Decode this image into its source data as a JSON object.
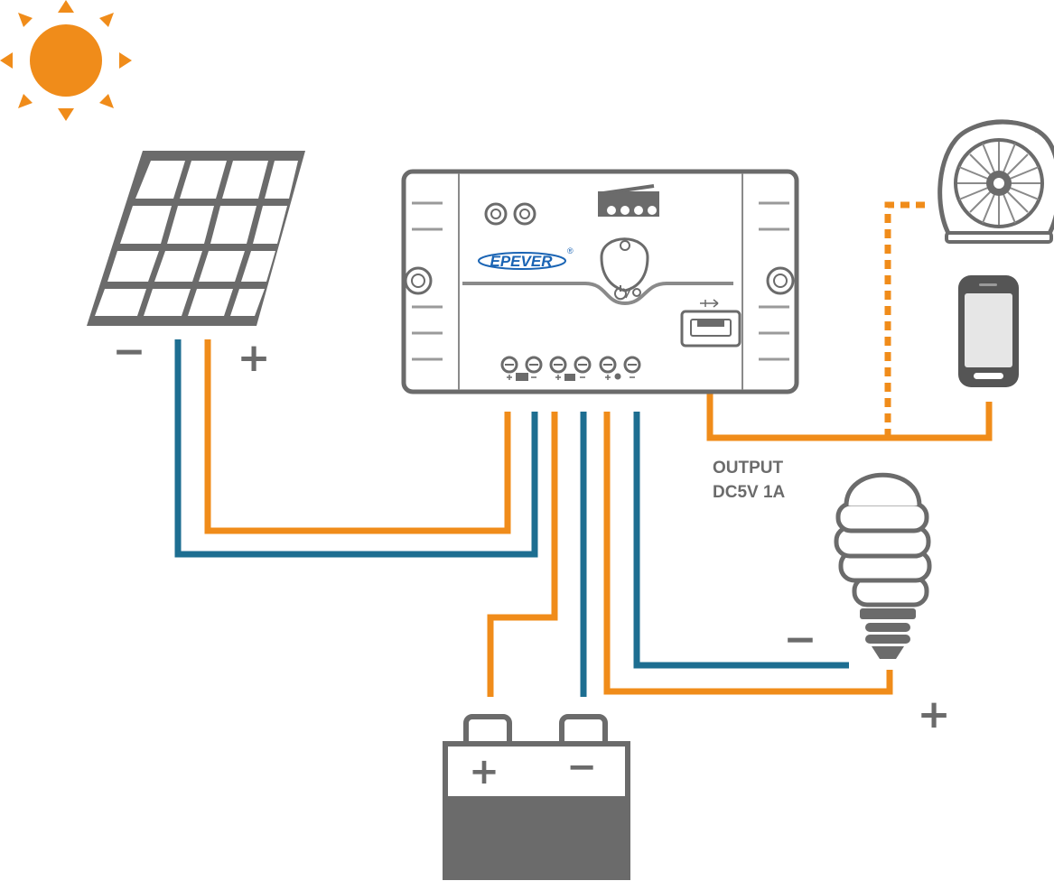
{
  "controller": {
    "brand": "EPEVER",
    "registered_mark": "®"
  },
  "output_label": {
    "line1": "OUTPUT",
    "line2": "DC5V 1A"
  },
  "solar_panel": {
    "minus": "−",
    "plus": "+"
  },
  "battery": {
    "plus": "+",
    "minus": "−"
  },
  "lamp": {
    "minus": "−",
    "plus": "+"
  },
  "colors": {
    "positive_wire": "#f08c1a",
    "negative_wire": "#1d6e91",
    "device_gray": "#6b6b6b",
    "sun": "#f08c1a",
    "brand_blue": "#1a64b4"
  },
  "icons": [
    "sun-icon",
    "solar-panel-icon",
    "charge-controller",
    "usb-port-icon",
    "fan-icon",
    "smartphone-icon",
    "light-bulb-icon",
    "battery-icon"
  ]
}
